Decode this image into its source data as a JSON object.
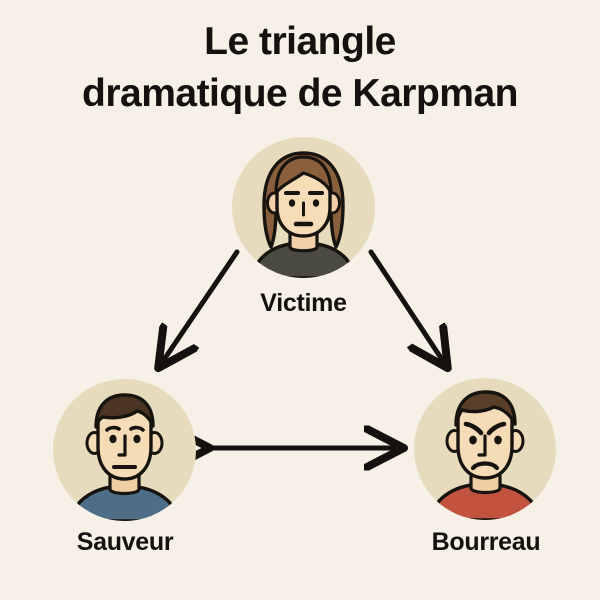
{
  "page": {
    "background_color": "#F7F0E7",
    "text_color": "#14110F",
    "circle_color": "#E6DCBD",
    "arrow_color": "#14110F"
  },
  "title": {
    "line1": "Le triangle",
    "line2": "dramatique de Karpman",
    "full": "Le triangle dramatique de Karpman"
  },
  "nodes": [
    {
      "id": "victime",
      "label": "Victime",
      "avatar": "woman-face-icon",
      "hair_color": "#8a5f3c",
      "skin_color": "#f3d9b7",
      "shirt_color": "#4a4a42",
      "position": "top"
    },
    {
      "id": "sauveur",
      "label": "Sauveur",
      "avatar": "man-neutral-face-icon",
      "hair_color": "#4a3524",
      "skin_color": "#f6dcb6",
      "shirt_color": "#4d6e86",
      "position": "bottom-left"
    },
    {
      "id": "bourreau",
      "label": "Bourreau",
      "avatar": "man-angry-face-icon",
      "hair_color": "#5a3f28",
      "skin_color": "#f6dcb6",
      "shirt_color": "#c1533f",
      "position": "bottom-right"
    }
  ],
  "arrows": [
    {
      "id": "victime-to-sauveur",
      "from": "victime",
      "to": "sauveur",
      "direction": "one-way"
    },
    {
      "id": "victime-to-bourreau",
      "from": "victime",
      "to": "bourreau",
      "direction": "one-way"
    },
    {
      "id": "sauveur-bourreau",
      "from": "sauveur",
      "to": "bourreau",
      "direction": "two-way"
    }
  ]
}
